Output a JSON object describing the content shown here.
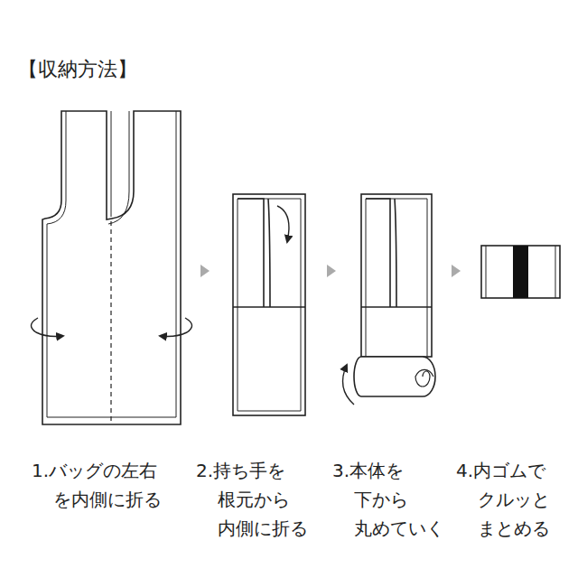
{
  "diagram": {
    "title": "【収納方法】",
    "labels": [
      "1.バッグの左右 を内側に折る",
      "2.持ち手を 根元から 内側に折る",
      "3.本体を 下から 丸めていく",
      "4.内ゴムで クルッと まとめる"
    ]
  }
}
